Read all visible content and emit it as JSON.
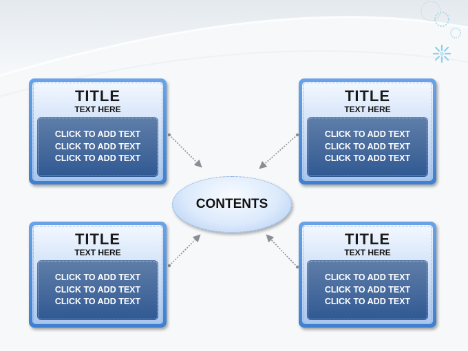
{
  "center": {
    "label": "CONTENTS"
  },
  "cards": [
    {
      "title": "TITLE",
      "subtitle": "TEXT HERE",
      "lines": [
        "CLICK TO ADD TEXT",
        "CLICK TO ADD TEXT",
        "CLICK TO ADD TEXT"
      ]
    },
    {
      "title": "TITLE",
      "subtitle": "TEXT HERE",
      "lines": [
        "CLICK TO ADD TEXT",
        "CLICK TO ADD TEXT",
        "CLICK TO ADD TEXT"
      ]
    },
    {
      "title": "TITLE",
      "subtitle": "TEXT HERE",
      "lines": [
        "CLICK TO ADD TEXT",
        "CLICK TO ADD TEXT",
        "CLICK TO ADD TEXT"
      ]
    },
    {
      "title": "TITLE",
      "subtitle": "TEXT HERE",
      "lines": [
        "CLICK TO ADD TEXT",
        "CLICK TO ADD TEXT",
        "CLICK TO ADD TEXT"
      ]
    }
  ],
  "colors": {
    "card_border": "#3f7fd0",
    "card_body": "#44689b",
    "connector": "#8a8f96",
    "accent_flower": "#9fd6e8"
  }
}
